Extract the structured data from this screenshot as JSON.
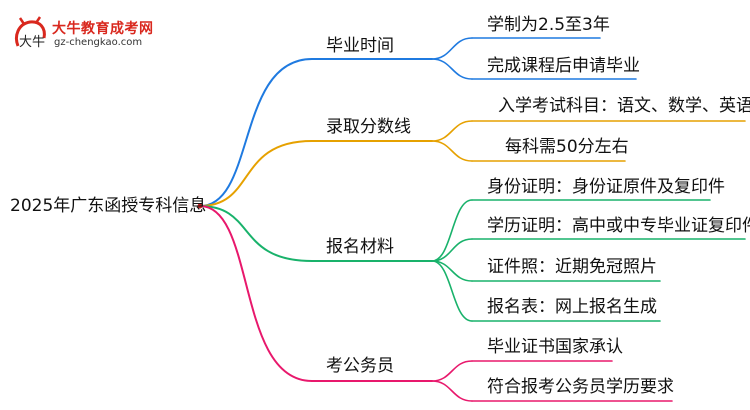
{
  "logo": {
    "title": "大牛教育成考网",
    "url_text": "gz-chengkao.com",
    "mark_text": "大牛"
  },
  "root": {
    "label": "2025年广东函授专科信息"
  },
  "branches": [
    {
      "label": "毕业时间",
      "color": "#1f7ae0",
      "children": [
        "学制为2.5至3年",
        "完成课程后申请毕业"
      ]
    },
    {
      "label": "录取分数线",
      "color": "#e6a100",
      "children": [
        "入学考试科目：语文、数学、英语",
        "每科需50分左右"
      ]
    },
    {
      "label": "报名材料",
      "color": "#19b26b",
      "children": [
        "身份证明：身份证原件及复印件",
        "学历证明：高中或中专毕业证复印件",
        "证件照：近期免冠照片",
        "报名表：网上报名生成"
      ]
    },
    {
      "label": "考公务员",
      "color": "#e8186c",
      "children": [
        "毕业证书国家承认",
        "符合报考公务员学历要求"
      ]
    }
  ]
}
